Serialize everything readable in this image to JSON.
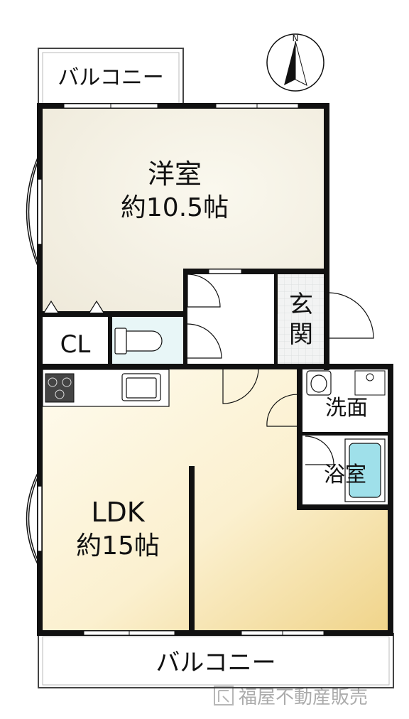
{
  "rooms": {
    "balcony_top": "バルコニー",
    "western_room_name": "洋室",
    "western_room_size": "約10.5帖",
    "closet": "CL",
    "entrance_line1": "玄",
    "entrance_line2": "関",
    "washroom": "洗面",
    "bathroom": "浴室",
    "ldk_name": "LDK",
    "ldk_size": "約15帖",
    "balcony_bottom": "バルコニー"
  },
  "compass": {
    "north_label": "N"
  },
  "watermark": {
    "text": "福屋不動産販売"
  },
  "colors": {
    "wall": "#111111",
    "western_floor": "#f7f4e6",
    "ldk_floor_light": "#fdf8e4",
    "ldk_floor_dark": "#f1d890",
    "tile_floor": "#eef0f0",
    "bathtub": "#9fe0ea"
  }
}
